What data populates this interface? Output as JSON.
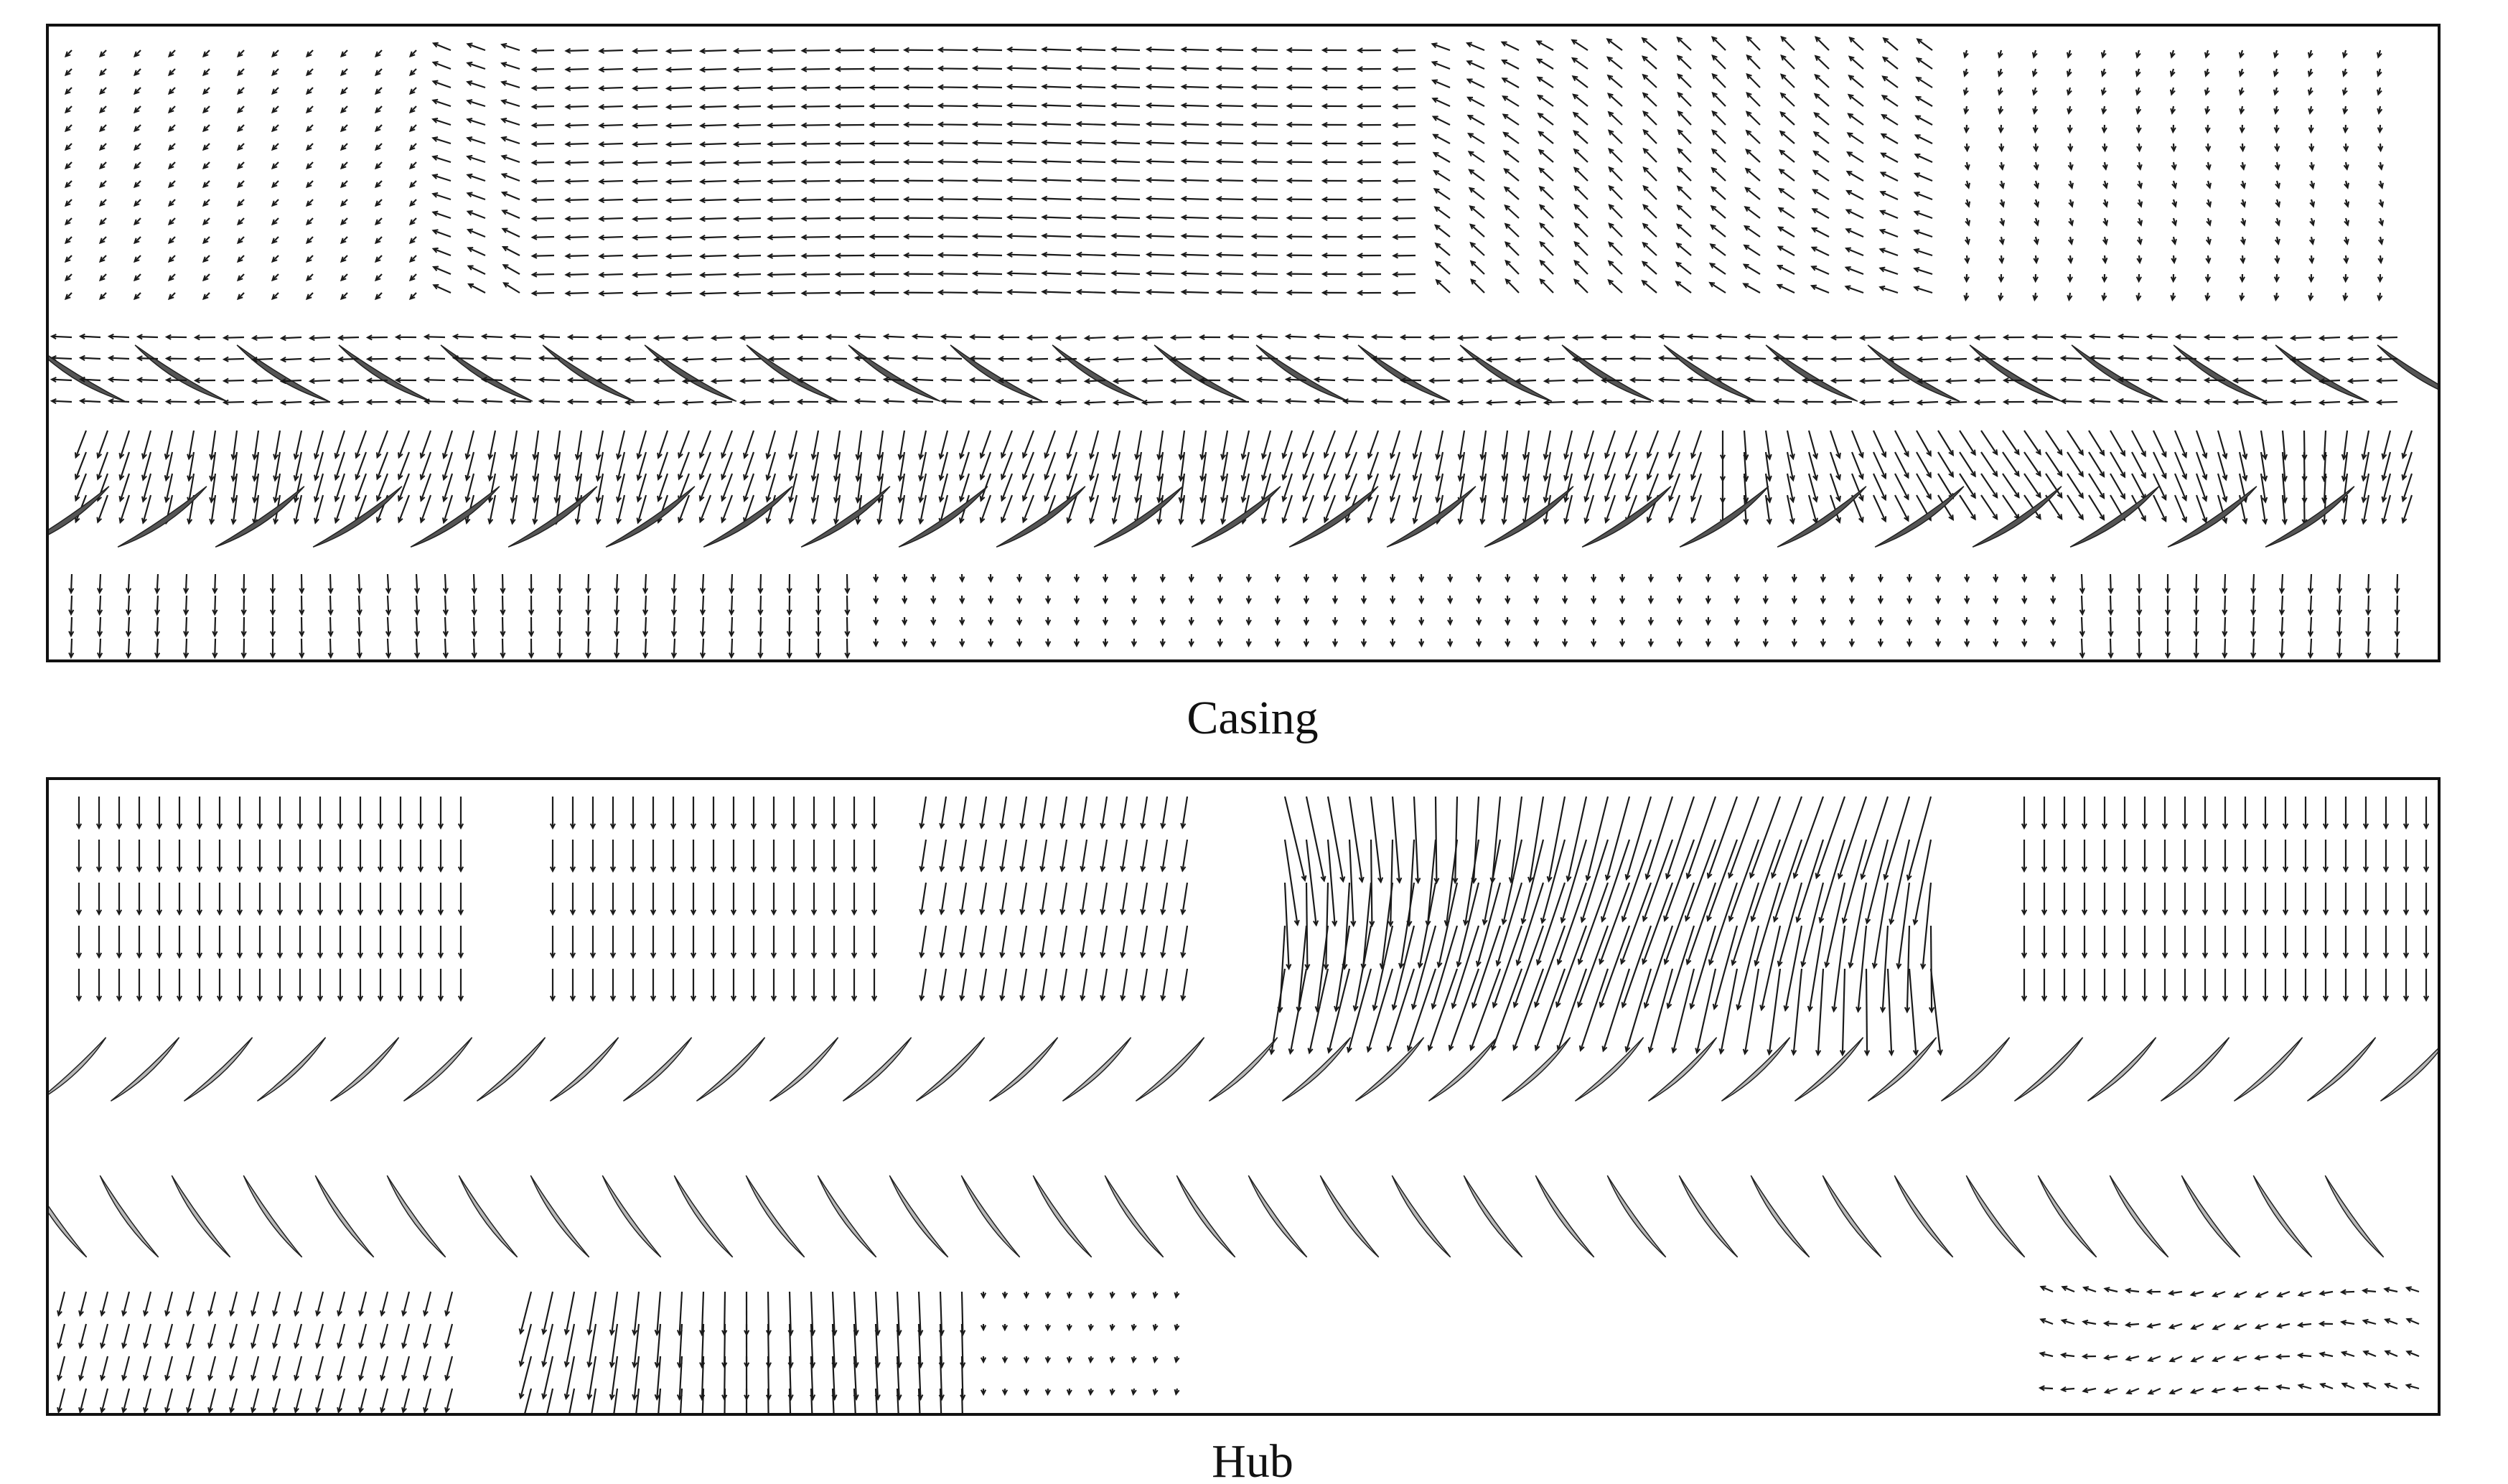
{
  "figure": {
    "panels": [
      {
        "id": "casing",
        "caption": "Casing",
        "rows": [
          {
            "kind": "vectors",
            "pattern": "casing-top-swirl"
          },
          {
            "kind": "blades",
            "count": 24,
            "style": "dark",
            "direction": "down-right"
          },
          {
            "kind": "vectors",
            "pattern": "casing-mid-dense"
          },
          {
            "kind": "blades",
            "count": 24,
            "style": "dark",
            "direction": "up-right"
          },
          {
            "kind": "vectors",
            "pattern": "casing-bottom-down"
          }
        ]
      },
      {
        "id": "hub",
        "caption": "Hub",
        "rows": [
          {
            "kind": "vectors",
            "pattern": "hub-top-groups"
          },
          {
            "kind": "blades",
            "count": 33,
            "style": "light",
            "direction": "up-right"
          },
          {
            "kind": "blades",
            "count": 33,
            "style": "light",
            "direction": "down-right"
          },
          {
            "kind": "vectors",
            "pattern": "hub-bottom-groups"
          }
        ]
      }
    ],
    "colors": {
      "frame": "#111111",
      "vector": "#1a1a1a",
      "blade_dark": "#555555",
      "blade_light": "#b8b8b8",
      "blade_edge": "#222222"
    }
  }
}
